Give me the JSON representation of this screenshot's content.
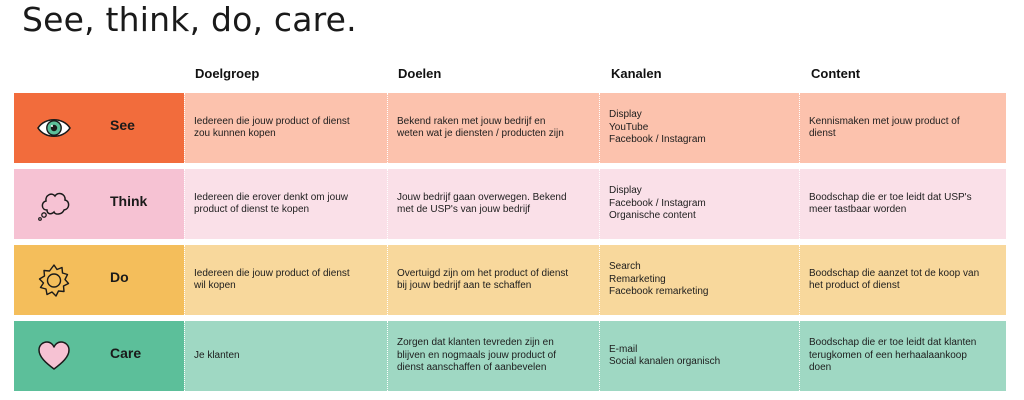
{
  "title": "See, think, do, care.",
  "headers": [
    "Doelgroep",
    "Doelen",
    "Kanalen",
    "Content"
  ],
  "rows": [
    {
      "label": "See",
      "icon": "eye-icon",
      "colors": {
        "icon": "#f26c3c",
        "cells": "#fcc2ad"
      },
      "doelgroep": "Iedereen die jouw product of dienst\nzou kunnen kopen",
      "doelen": "Bekend raken met jouw bedrijf en\nweten wat je diensten / producten zijn",
      "kanalen": "Display\nYouTube\nFacebook / Instagram",
      "content": "Kennismaken met jouw product of\ndienst"
    },
    {
      "label": "Think",
      "icon": "thought-cloud-icon",
      "colors": {
        "icon": "#f6c2d3",
        "cells": "#fae0e8"
      },
      "doelgroep": "Iedereen die erover denkt om jouw\nproduct of dienst te kopen",
      "doelen": "Jouw bedrijf gaan overwegen. Bekend\nmet de USP's van jouw bedrijf",
      "kanalen": "Display\nFacebook / Instagram\nOrganische content",
      "content": "Boodschap die er toe leidt dat USP's\nmeer tastbaar worden"
    },
    {
      "label": "Do",
      "icon": "gear-icon",
      "colors": {
        "icon": "#f4be5b",
        "cells": "#f8d89c"
      },
      "doelgroep": "Iedereen die  jouw product of dienst\nwil kopen",
      "doelen": "Overtuigd zijn om het product of dienst\nbij jouw bedrijf aan te schaffen",
      "kanalen": "Search\nRemarketing\nFacebook remarketing",
      "content": "Boodschap die aanzet tot de koop van\nhet product of dienst"
    },
    {
      "label": "Care",
      "icon": "heart-icon",
      "colors": {
        "icon": "#5cbf9a",
        "cells": "#9fd8c3"
      },
      "doelgroep": "Je klanten",
      "doelen": "Zorgen dat klanten tevreden zijn en\nblijven en nogmaals jouw product of\ndienst aanschaffen of aanbevelen",
      "kanalen": "E-mail\nSocial kanalen organisch",
      "content": "Boodschap die er toe leidt dat klanten\nterugkomen of een herhaalaankoop\ndoen"
    }
  ]
}
